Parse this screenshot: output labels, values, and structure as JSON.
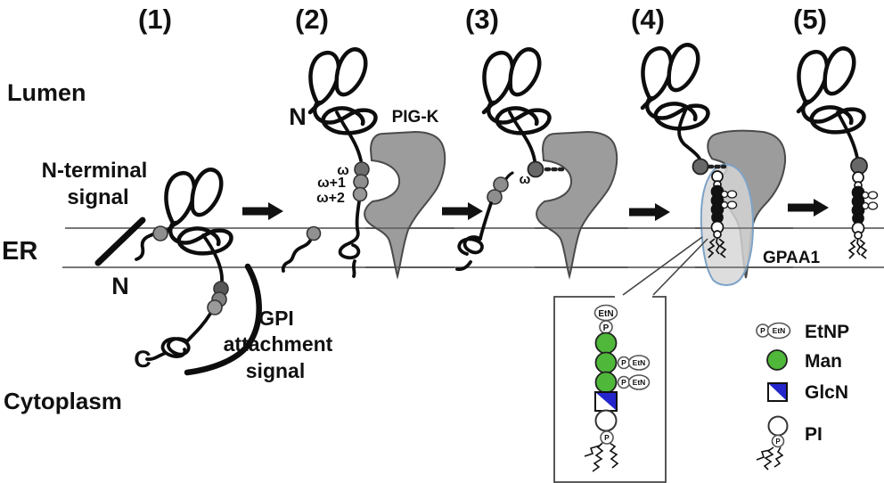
{
  "stages": {
    "s1": "(1)",
    "s2": "(2)",
    "s3": "(3)",
    "s4": "(4)",
    "s5": "(5)"
  },
  "compartments": {
    "lumen": "Lumen",
    "er": "ER",
    "cytoplasm": "Cytoplasm"
  },
  "annotations": {
    "n_terminal_signal": [
      "N-terminal",
      "signal"
    ],
    "gpi_attachment_signal": [
      "GPI",
      "attachment",
      "signal"
    ],
    "n_stage1": "N",
    "c_stage1": "C",
    "n_stage2": "N",
    "pig_k": "PIG-K",
    "gpaa1": "GPAA1",
    "omega": "ω",
    "omega_plus1": "ω+1",
    "omega_plus2": "ω+2",
    "omega_stage3": "ω"
  },
  "legend": {
    "items": [
      {
        "symbol": "etnp-icon",
        "label": "EtNP"
      },
      {
        "symbol": "man-icon",
        "label": "Man"
      },
      {
        "symbol": "glcn-icon",
        "label": "GlcN"
      },
      {
        "symbol": "pi-icon",
        "label": "PI"
      }
    ]
  },
  "glyph_text": {
    "etn": "EtN",
    "p": "P"
  },
  "colors": {
    "man_green": "#4fb83a",
    "glcn_blue": "#2525cc",
    "enzyme_gray": "#9c9c9c",
    "gpaa1_fill": "#d6d6d6",
    "gpaa1_outline": "#7da3c8",
    "residue_gray": "#8f8f8f",
    "omega_dot_gray": "#686868",
    "membrane_line": "#555555"
  }
}
